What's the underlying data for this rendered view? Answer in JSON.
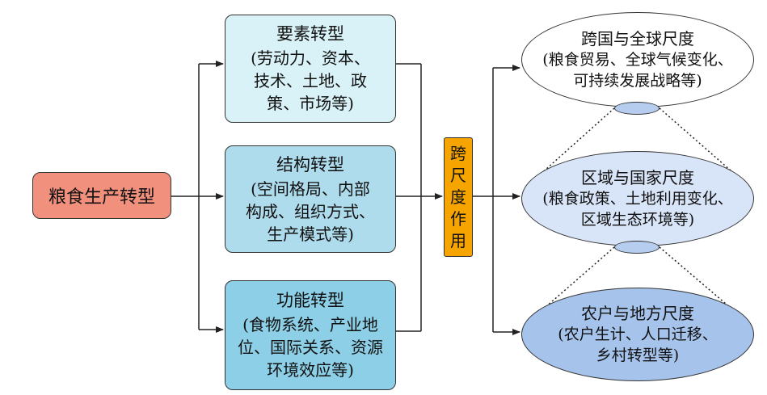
{
  "origin": {
    "label": "粮食生产转型"
  },
  "transitions": [
    {
      "title": "要素转型",
      "detail": "(劳动力、资本、\n技术、土地、政\n策、市场等)"
    },
    {
      "title": "结构转型",
      "detail": "(空间格局、内部\n构成、组织方式、\n生产模式等)"
    },
    {
      "title": "功能转型",
      "detail": "(食物系统、产业地\n位、国际关系、资源\n环境效应等)"
    }
  ],
  "cross_scale": {
    "chars": [
      "跨",
      "尺",
      "度",
      "作",
      "用"
    ]
  },
  "scales": [
    {
      "title": "跨国与全球尺度",
      "detail": "(粮食贸易、全球气候变化、\n可持续发展战略等)"
    },
    {
      "title": "区域与国家尺度",
      "detail": "(粮食政策、土地利用变化、\n区域生态环境等)"
    },
    {
      "title": "农户与地方尺度",
      "detail": "(农户生计、人口迁移、\n乡村转型等)"
    }
  ],
  "colors": {
    "origin": "#f2907e",
    "transition_1": "#d9f2f7",
    "transition_2": "#afdcec",
    "transition_3": "#8ccfe6",
    "cross_scale": "#f5a400",
    "scale_1": "#ffffff",
    "scale_2": "#d8e4f7",
    "scale_3": "#a6c3ec"
  }
}
